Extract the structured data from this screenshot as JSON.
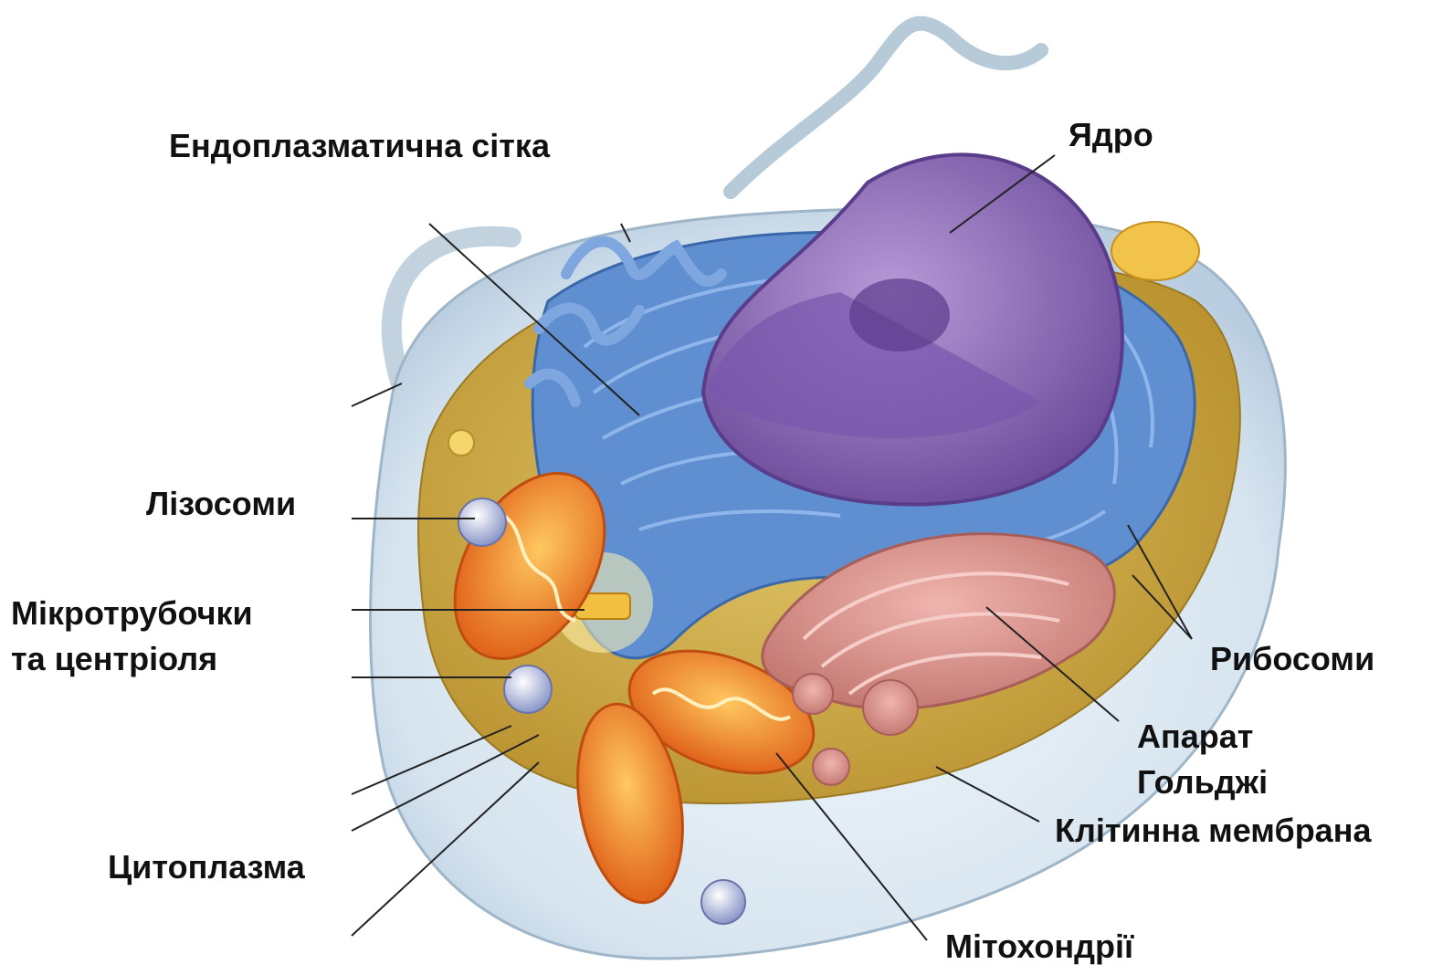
{
  "labels": {
    "er": "Ендоплазматична сітка",
    "nucleus": "Ядро",
    "lysosomes": "Лізосоми",
    "microtubules_line1": "Мікротрубочки",
    "microtubules_line2": "та центріоля",
    "ribosomes": "Рибосоми",
    "golgi_line1": "Апарат",
    "golgi_line2": "Гольджі",
    "membrane": "Клітинна мембрана",
    "cytoplasm": "Цитоплазма",
    "mitochondria": "Мітохондрії"
  },
  "colors": {
    "cytoplasm": "#c9a83c",
    "membrane": "#d9e6f0",
    "er": "#5f8fd0",
    "nucleus": "#8a6ab5",
    "golgi": "#d38a84",
    "mitochondria": "#f08a2c",
    "leader": "#222222"
  }
}
